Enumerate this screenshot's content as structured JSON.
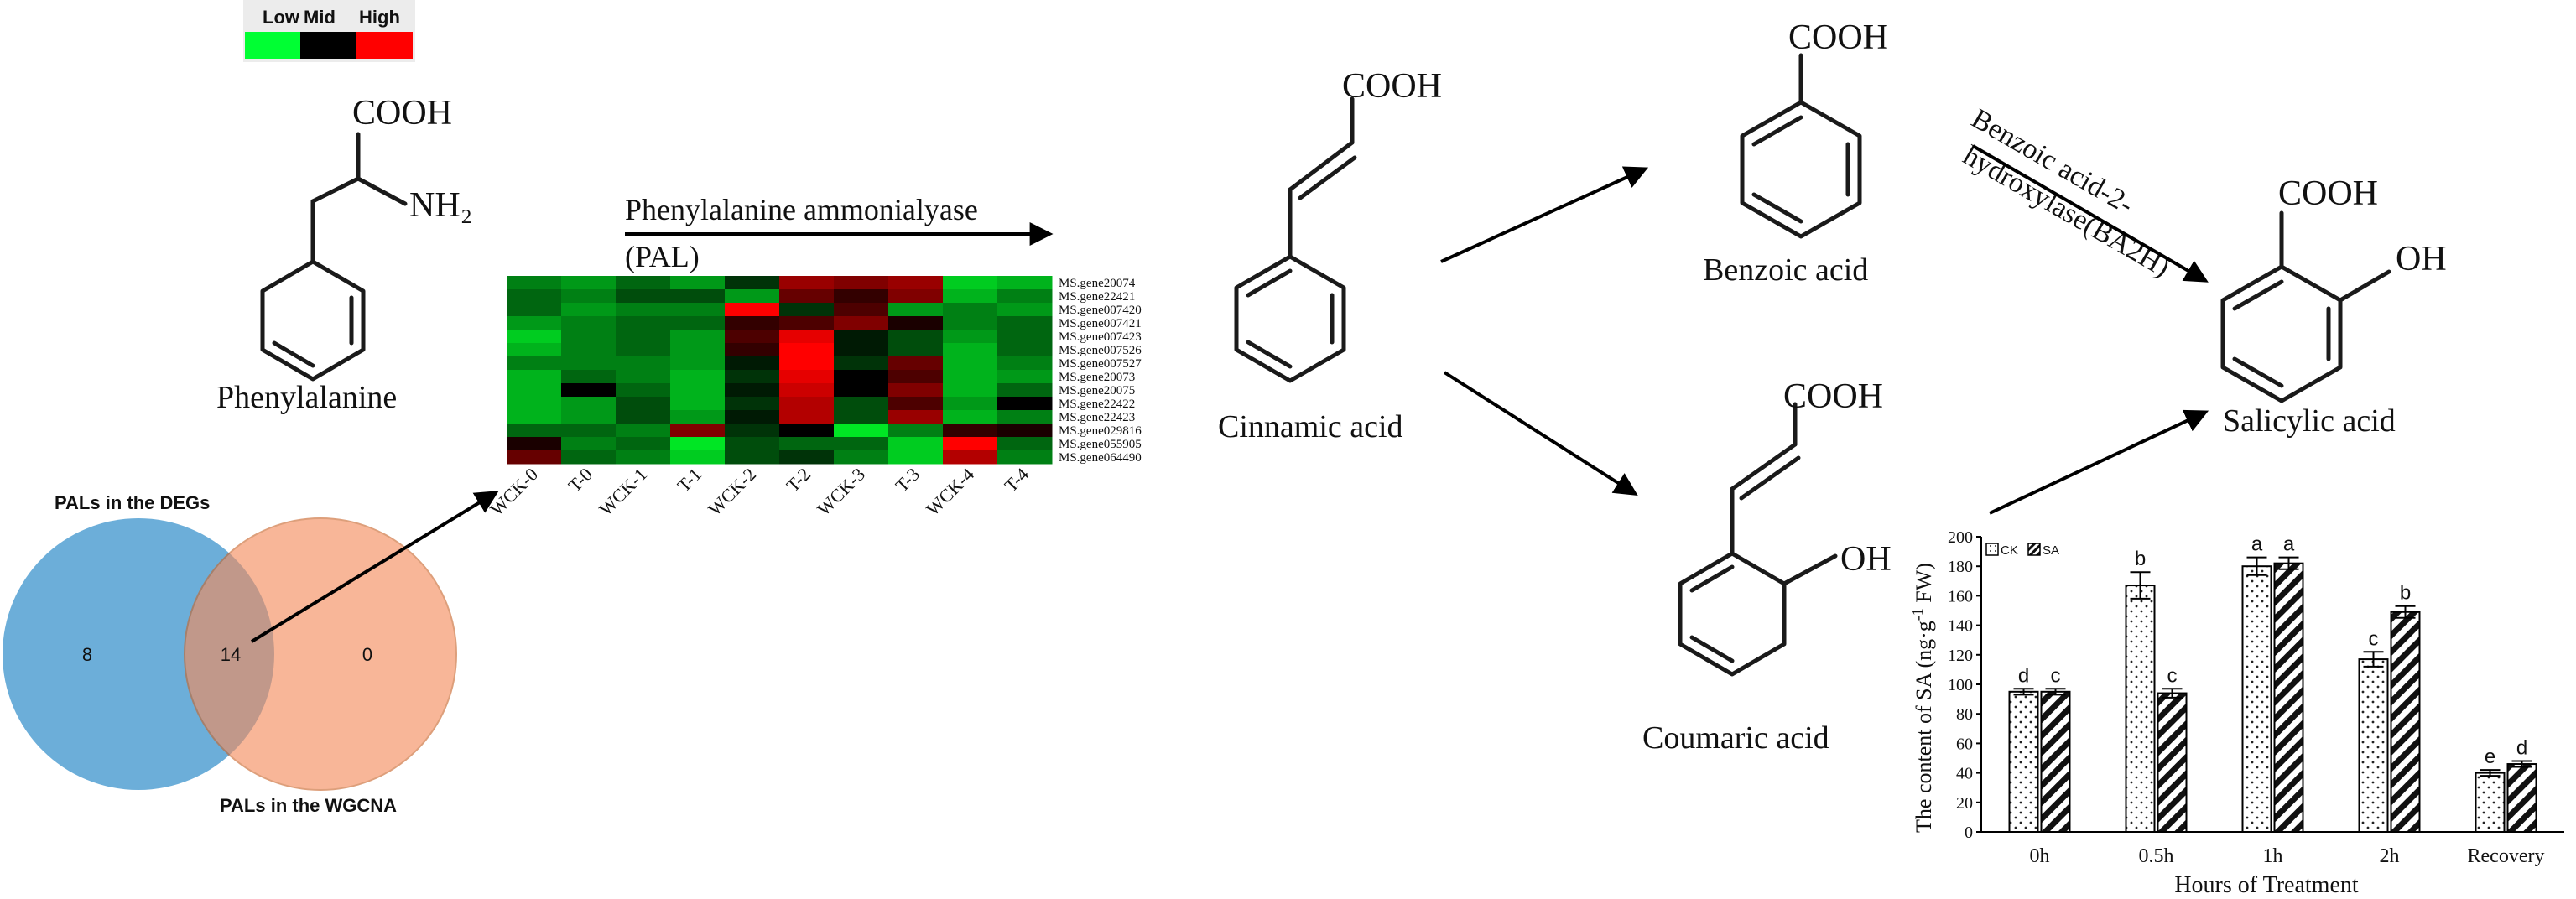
{
  "color_key": {
    "labels": [
      "Low",
      "Mid",
      "High"
    ],
    "colors": [
      "#00ff33",
      "#000000",
      "#ff0000"
    ]
  },
  "compounds": {
    "phenylalanine": {
      "name": "Phenylalanine",
      "cooh": "COOH",
      "nh2": "NH₂"
    },
    "cinnamic": {
      "name": "Cinnamic acid",
      "cooh": "COOH"
    },
    "benzoic": {
      "name": "Benzoic acid",
      "cooh": "COOH"
    },
    "coumaric": {
      "name": "Coumaric acid",
      "cooh": "COOH",
      "oh": "OH"
    },
    "salicylic": {
      "name": "Salicylic  acid",
      "cooh": "COOH",
      "oh": "OH"
    }
  },
  "enzymes": {
    "pal_line1": "Phenylalanine ammonialyase",
    "pal_line2": "(PAL)",
    "ba2h_line1": "Benzoic acid-2-",
    "ba2h_line2": "hydroxylase(BA2H)"
  },
  "venn": {
    "left_label": "PALs in the DEGs",
    "right_label": "PALs in the WGCNA",
    "left_only": "8",
    "overlap": "14",
    "right_only": "0",
    "left_color": "#5fa7d6",
    "right_color": "#f58b5a"
  },
  "heatmap": {
    "columns": [
      "WCK-0",
      "T-0",
      "WCK-1",
      "T-1",
      "WCK-2",
      "T-2",
      "WCK-3",
      "T-3",
      "WCK-4",
      "T-4"
    ],
    "rows": [
      "MS.gene20074",
      "MS.gene22421",
      "MS.gene007420",
      "MS.gene007421",
      "MS.gene007423",
      "MS.gene007526",
      "MS.gene007527",
      "MS.gene20073",
      "MS.gene20075",
      "MS.gene22422",
      "MS.gene22423",
      "MS.gene029816",
      "MS.gene055905",
      "MS.gene064490"
    ],
    "values": [
      [
        -0.5,
        -0.6,
        -0.4,
        -0.6,
        -0.2,
        0.6,
        0.5,
        0.6,
        -0.8,
        -0.7
      ],
      [
        -0.4,
        -0.5,
        -0.3,
        -0.3,
        -0.6,
        0.4,
        0.2,
        0.5,
        -0.7,
        -0.5
      ],
      [
        -0.4,
        -0.6,
        -0.5,
        -0.5,
        1.0,
        -0.2,
        0.3,
        -0.6,
        -0.5,
        -0.6
      ],
      [
        -0.6,
        -0.5,
        -0.4,
        -0.4,
        0.2,
        0.3,
        0.5,
        0.1,
        -0.5,
        -0.4
      ],
      [
        -0.8,
        -0.5,
        -0.4,
        -0.6,
        0.3,
        0.9,
        -0.1,
        -0.3,
        -0.6,
        -0.4
      ],
      [
        -0.7,
        -0.5,
        -0.4,
        -0.6,
        0.2,
        1.0,
        -0.1,
        -0.3,
        -0.7,
        -0.4
      ],
      [
        -0.5,
        -0.5,
        -0.5,
        -0.6,
        -0.1,
        1.0,
        -0.2,
        0.4,
        -0.7,
        -0.5
      ],
      [
        -0.7,
        -0.4,
        -0.5,
        -0.7,
        -0.2,
        0.9,
        0.0,
        0.3,
        -0.7,
        -0.6
      ],
      [
        -0.7,
        0.0,
        -0.4,
        -0.7,
        -0.1,
        0.8,
        0.0,
        0.5,
        -0.7,
        -0.4
      ],
      [
        -0.7,
        -0.6,
        -0.3,
        -0.7,
        -0.2,
        0.7,
        -0.3,
        0.3,
        -0.6,
        0.0
      ],
      [
        -0.7,
        -0.6,
        -0.3,
        -0.6,
        -0.1,
        0.7,
        -0.3,
        0.6,
        -0.7,
        -0.5
      ],
      [
        -0.4,
        -0.4,
        -0.5,
        0.5,
        -0.2,
        0.0,
        -0.9,
        -0.5,
        0.2,
        0.1
      ],
      [
        0.1,
        -0.5,
        -0.4,
        -0.9,
        -0.3,
        -0.4,
        -0.4,
        -0.8,
        1.0,
        -0.4
      ],
      [
        0.4,
        -0.4,
        -0.5,
        -0.8,
        -0.3,
        -0.2,
        -0.5,
        -0.8,
        0.7,
        -0.5
      ]
    ]
  },
  "chart_data": {
    "type": "bar",
    "categories": [
      "0h",
      "0.5h",
      "1h",
      "2h",
      "Recovery"
    ],
    "series": [
      {
        "name": "CK",
        "values": [
          95,
          167,
          180,
          117,
          40
        ],
        "errors": [
          2,
          9,
          6,
          5,
          2
        ],
        "letters": [
          "d",
          "b",
          "a",
          "c",
          "e"
        ]
      },
      {
        "name": "SA",
        "values": [
          95,
          94,
          182,
          149,
          46
        ],
        "errors": [
          2,
          3,
          4,
          4,
          2
        ],
        "letters": [
          "c",
          "c",
          "a",
          "b",
          "d"
        ]
      }
    ],
    "xlabel": "Hours of Treatment",
    "ylabel_main": "The content of SA (ng·g",
    "ylabel_sup": "-1",
    "ylabel_tail": " FW)",
    "ylim": [
      0,
      200
    ],
    "yticks": [
      0,
      20,
      40,
      60,
      80,
      100,
      120,
      140,
      160,
      180,
      200
    ],
    "legend_position": "top-left",
    "grid": false
  }
}
